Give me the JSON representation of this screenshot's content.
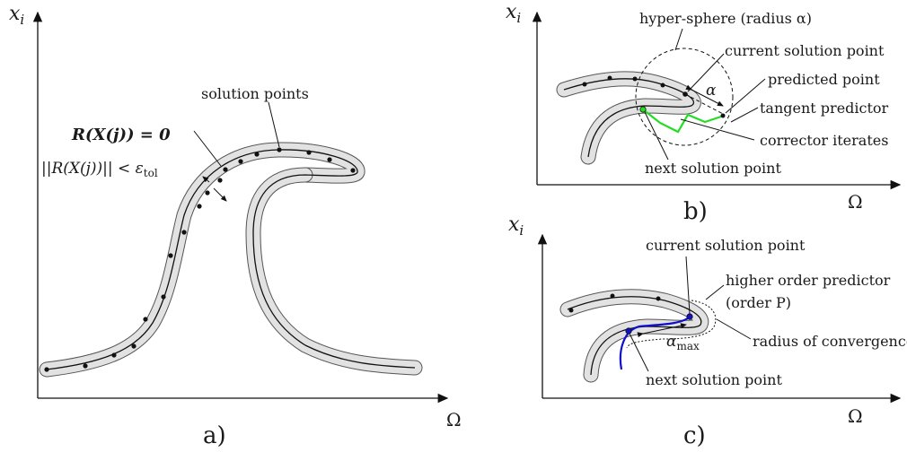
{
  "panel_a": {
    "y_axis_label": "x",
    "y_axis_sub": "i",
    "x_axis_label": "Ω",
    "panel_label": "a)",
    "solution_points_label": "solution points",
    "residual_eq_label": "R(X(j)) = 0",
    "residual_norm_label": "||R(X(j))|| < ε",
    "tol_sub": "tol"
  },
  "panel_b": {
    "y_axis_label": "x",
    "y_axis_sub": "i",
    "x_axis_label": "Ω",
    "panel_label": "b)",
    "hypersphere_label": "hyper-sphere (radius α)",
    "current_point_label": "current solution point",
    "predicted_point_label": "predicted point",
    "tangent_predictor_label": "tangent predictor",
    "corrector_iterates_label": "corrector iterates",
    "next_point_label": "next solution point",
    "alpha_label": "α"
  },
  "panel_c": {
    "y_axis_label": "x",
    "y_axis_sub": "i",
    "x_axis_label": "Ω",
    "panel_label": "c)",
    "current_point_label": "current solution point",
    "higher_order_label": "higher order predictor",
    "order_label": "(order P)",
    "radius_label": "radius of convergence",
    "next_point_label": "next solution point",
    "alpha_max_label": "α",
    "alpha_max_sub": "max"
  },
  "colors": {
    "corrector": "#22dd22",
    "higher_order_predictor": "#1010cc",
    "band": "#e2e2e2"
  }
}
